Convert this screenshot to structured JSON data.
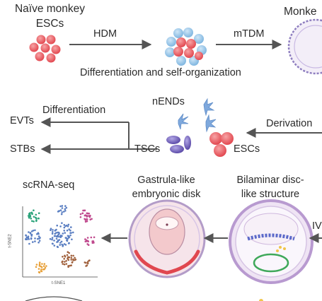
{
  "diagram": {
    "row1": {
      "source_label_line1": "Naïve monkey",
      "source_label_line2": "ESCs",
      "arrow1_label": "HDM",
      "arrow2_label": "mTDM",
      "caption": "Differentiation and self-organization",
      "target_label": "Monke"
    },
    "row2": {
      "nends_label": "nENDs",
      "tscs_label": "TSCs",
      "escs_label": "ESCs",
      "derivation_label": "Derivation",
      "differentiation_label": "Differentiation",
      "evts_label": "EVTs",
      "stbs_label": "STBs"
    },
    "row3": {
      "scrna_label": "scRNA-seq",
      "gastrula_line1": "Gastrula-like",
      "gastrula_line2": "embryonic disk",
      "bilaminar_line1": "Bilaminar disc-",
      "bilaminar_line2": "like structure",
      "iv_label": "IV",
      "tsne_y_label": "t-SNE2",
      "tsne_x_label": "t-SNE1"
    }
  },
  "colors": {
    "arrow": "#555555",
    "esc_red": "#e8545a",
    "nend_blue": "#7fa9dd",
    "tsc_purple": "#6a5bb5",
    "cluster_green": "#2aa37a",
    "cluster_blue": "#5b7fc2",
    "cluster_pink": "#c04a8e",
    "cluster_orange": "#e8a13a",
    "cluster_brown": "#a0603c",
    "structure_lavender": "#b89ad0",
    "structure_pink": "#e8a2a8"
  }
}
